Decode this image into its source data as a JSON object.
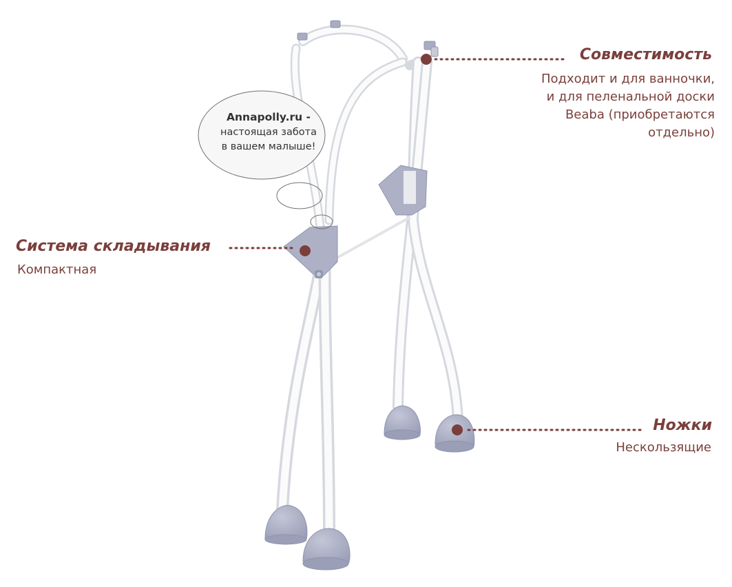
{
  "colors": {
    "accent": "#7a3f3b",
    "frame": "#f3f4f6",
    "frame_shade": "#d9dce2",
    "plastic": "#a9acc2",
    "plastic_dark": "#8f93ad"
  },
  "callouts": {
    "compatibility": {
      "title": "Совместимость",
      "lines": [
        "Подходит и для ванночки,",
        "и для пеленальной доски",
        "Beaba (приобретаются",
        "отдельно)"
      ]
    },
    "folding": {
      "title": "Система складывания",
      "desc": "Компактная"
    },
    "legs": {
      "title": "Ножки",
      "desc": "Нескользящие"
    }
  },
  "bubble": {
    "brand": "Annapolly.ru -",
    "lines": [
      "настоящая забота",
      "в вашем малыше!"
    ]
  }
}
